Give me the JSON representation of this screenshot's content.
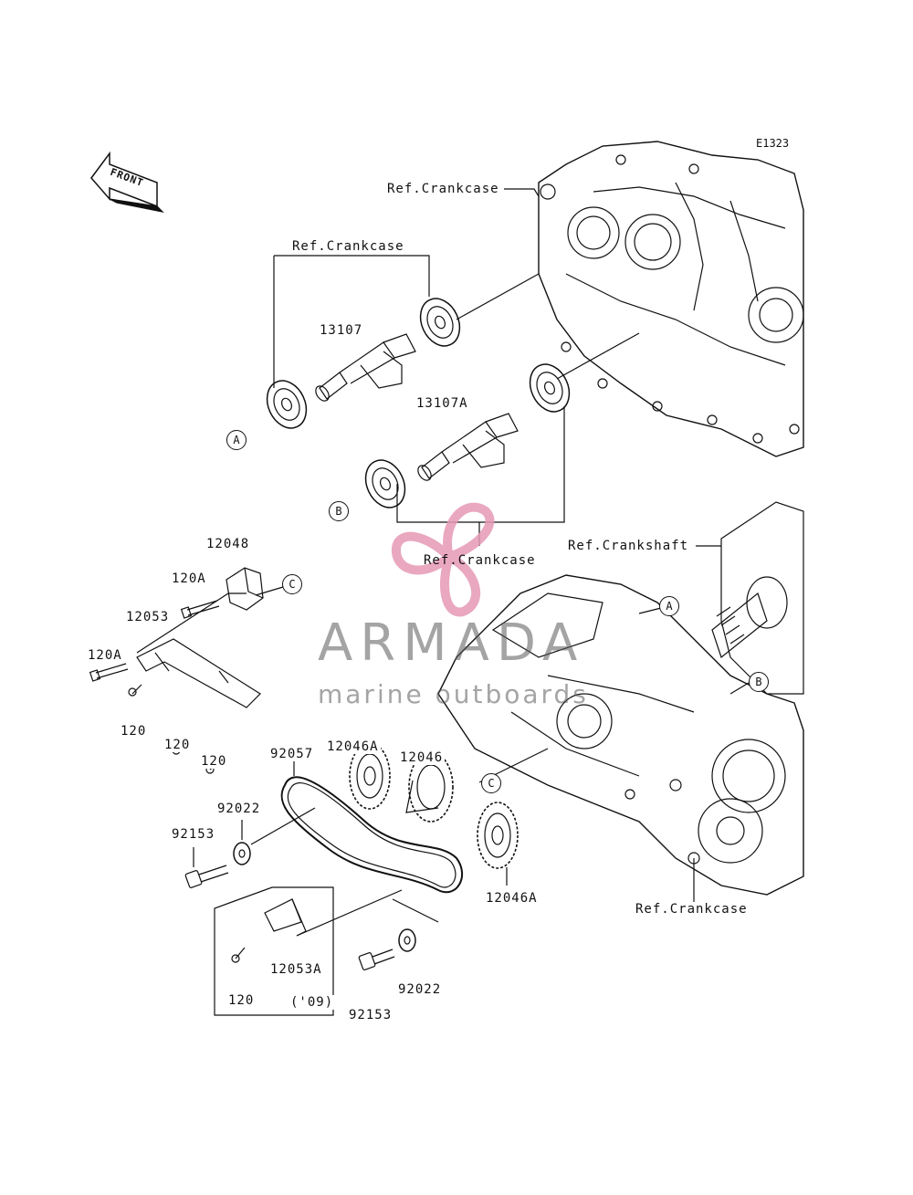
{
  "diagram": {
    "code": "E1323",
    "front_label": "FRONT",
    "ref_labels": [
      "Ref.Crankcase",
      "Ref.Crankcase",
      "Ref.Crankcase",
      "Ref.Crankshaft",
      "Ref.Crankcase"
    ],
    "parts": [
      "13107",
      "13107A",
      "12048",
      "120A",
      "12053",
      "120A",
      "120",
      "120",
      "120",
      "12046A",
      "12046",
      "92057",
      "92022",
      "92153",
      "12046A",
      "12053A",
      "120",
      "('09)",
      "92153",
      "92022"
    ],
    "callouts": [
      "A",
      "B",
      "C",
      "C",
      "A",
      "B"
    ]
  },
  "watermark": {
    "brand": "ARMADA",
    "tagline": "marine outboards"
  },
  "colors": {
    "line": "#111111",
    "watermark_pink": "#e69ab5",
    "watermark_gray": "#707070"
  }
}
